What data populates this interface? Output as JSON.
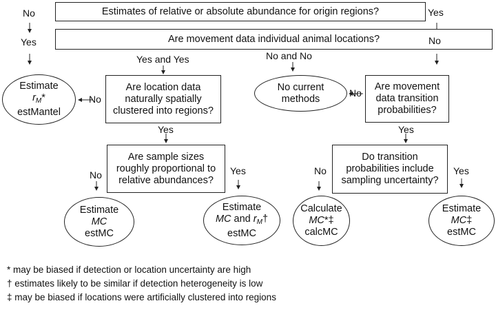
{
  "questions": {
    "q1": "Estimates of relative or absolute abundance for origin regions?",
    "q2": "Are movement data individual animal locations?",
    "q3": [
      "Are location data",
      "naturally spatially",
      "clustered into regions?"
    ],
    "q4": [
      "Are sample sizes",
      "roughly proportional to",
      "relative abundances?"
    ],
    "q5": [
      "Are movement",
      "data transition",
      "probabilities?"
    ],
    "q6": [
      "Do transition",
      "probabilities include",
      "sampling uncertainty?"
    ]
  },
  "outcomes": {
    "rm": {
      "l1": "Estimate",
      "sym": "r",
      "sub": "M",
      "mark": "*",
      "l3": "estMantel"
    },
    "none": {
      "l1": "No current",
      "l2": "methods"
    },
    "mc1": {
      "l1": "Estimate",
      "sym": "MC",
      "l3": "estMC"
    },
    "mc2": {
      "l1": "Estimate",
      "sym": "MC",
      "and": " and ",
      "sym2": "r",
      "sub": "M",
      "mark": "†",
      "l3": "estMC"
    },
    "calc": {
      "l1": "Calculate",
      "sym": "MC",
      "mark": "*‡",
      "l3": "calcMC"
    },
    "mc3": {
      "l1": "Estimate",
      "sym": "MC",
      "mark": "‡",
      "l3": "estMC"
    }
  },
  "labels": {
    "q1_no": "No",
    "q1_yes": "Yes",
    "q2_yes": "Yes",
    "q2_no": "No",
    "yes_and_yes": "Yes and Yes",
    "no_and_no": "No and No",
    "q3_no": "No",
    "q3_yes": "Yes",
    "q5_no": "No",
    "q5_yes": "Yes",
    "q4_no": "No",
    "q4_yes": "Yes",
    "q6_no": "No",
    "q6_yes": "Yes"
  },
  "footnotes": [
    "* may be biased if detection or location uncertainty are high",
    "† estimates likely to be similar if detection heterogeneity is low",
    "‡ may be biased if locations were artificially clustered into regions"
  ]
}
